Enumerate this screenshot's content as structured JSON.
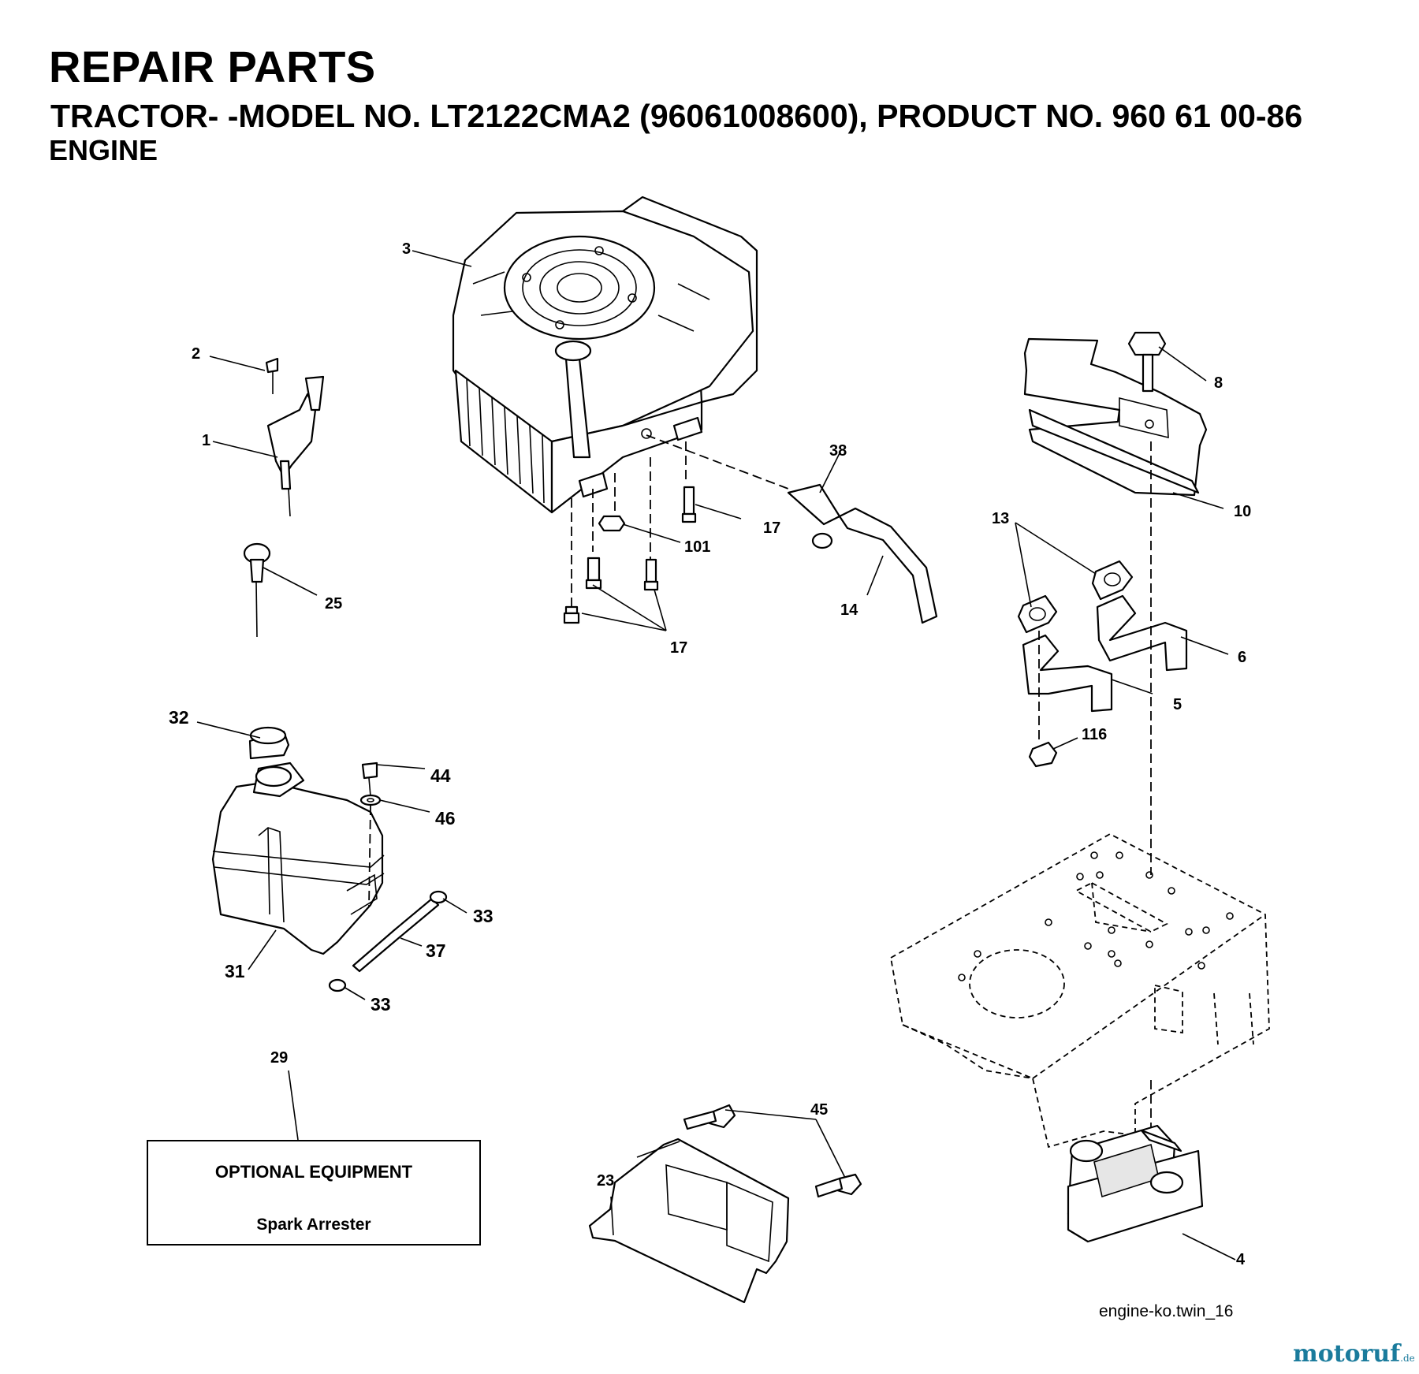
{
  "header": {
    "title": "REPAIR PARTS",
    "model_line": "TRACTOR- -MODEL NO. LT2122CMA2 (96061008600), PRODUCT NO. 960 61 00-86",
    "section": "ENGINE"
  },
  "callouts": {
    "c1": "1",
    "c2": "2",
    "c3": "3",
    "c4": "4",
    "c5": "5",
    "c6": "6",
    "c8": "8",
    "c10": "10",
    "c13": "13",
    "c14": "14",
    "c17a": "17",
    "c17b": "17",
    "c23": "23",
    "c25": "25",
    "c29": "29",
    "c31": "31",
    "c32": "32",
    "c33a": "33",
    "c33b": "33",
    "c37": "37",
    "c38": "38",
    "c44": "44",
    "c45": "45",
    "c46": "46",
    "c101": "101",
    "c116": "116"
  },
  "optional_equipment": {
    "title": "OPTIONAL EQUIPMENT",
    "item": "Spark Arrester"
  },
  "figure_id": "engine-ko.twin_16",
  "watermark": {
    "name": "motoruf",
    "tld": ".de",
    "color": "#1a7b9c"
  }
}
